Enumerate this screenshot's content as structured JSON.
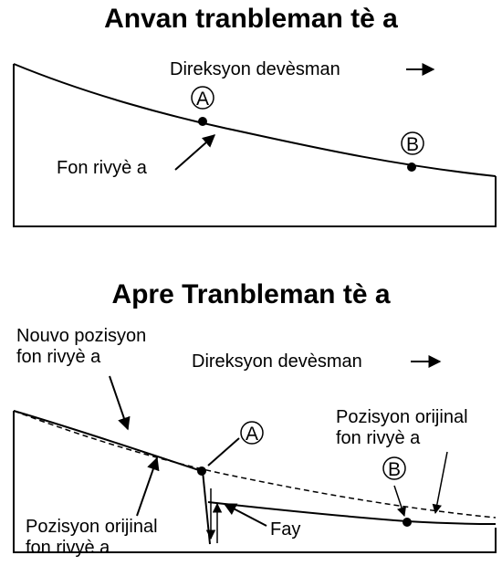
{
  "before": {
    "title": "Anvan tranbleman tè a",
    "slip_direction": "Direksyon devèsman",
    "riverbed_label": "Fon rivyè a",
    "point_a": "A",
    "point_b": "B"
  },
  "after": {
    "title": "Apre Tranbleman tè a",
    "new_position_line1": "Nouvo pozisyon",
    "new_position_line2": "fon rivyè a",
    "slip_direction": "Direksyon devèsman",
    "original_position_right_line1": "Pozisyon orijinal",
    "original_position_right_line2": "fon rivyè a",
    "original_position_left_line1": "Pozisyon orijinal",
    "original_position_left_line2": "fon rivyè a",
    "fault_label": "Fay",
    "point_a": "A",
    "point_b": "B"
  }
}
